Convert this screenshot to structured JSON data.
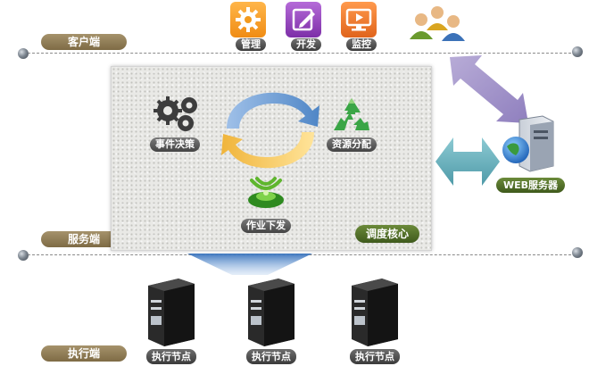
{
  "tiers": {
    "client": "客户端",
    "server": "服务端",
    "executor": "执行端"
  },
  "client_apps": [
    {
      "label": "管理",
      "icon": "gear-icon",
      "color": "#f39a1e"
    },
    {
      "label": "开发",
      "icon": "edit-icon",
      "color": "#8a3fb6"
    },
    {
      "label": "监控",
      "icon": "monitor-icon",
      "color": "#ea7a2a"
    }
  ],
  "users_icon": "users-group-icon",
  "core": {
    "title": "调度核心",
    "event_decision": "事件决策",
    "resource_allocation": "资源分配",
    "job_dispatch": "作业下发"
  },
  "web_server": {
    "label": "WEB服务器",
    "icon": "web-server-icon"
  },
  "nodes": [
    {
      "label": "执行节点"
    },
    {
      "label": "执行节点"
    },
    {
      "label": "执行节点"
    }
  ],
  "colors": {
    "tier_label": "#8f7c57",
    "core_title": "#4f6d2a",
    "arrow_purple": "#a79acb",
    "arrow_teal": "#6db3bf",
    "arrow_blue": "#5d8ec7"
  }
}
